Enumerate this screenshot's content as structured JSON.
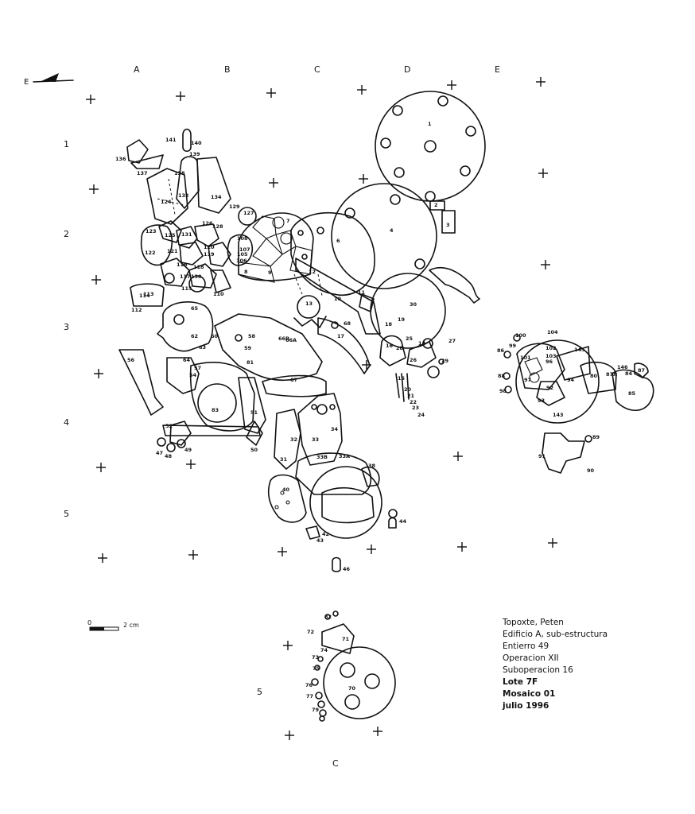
{
  "orientation": {
    "label": "E",
    "icon": "north-arrow-icon"
  },
  "columns": [
    "A",
    "B",
    "C",
    "D",
    "E"
  ],
  "rows": [
    "1",
    "2",
    "3",
    "4",
    "5"
  ],
  "inset": {
    "row_label": "5",
    "column_label": "C"
  },
  "scale_bar": {
    "start": "0",
    "end": "2 cm"
  },
  "info_block": {
    "site": "Topoxte, Peten",
    "building": "Edificio A, sub-estructura",
    "burial": "Entierro 49",
    "operation": "Operacion XII",
    "suboperation": "Suboperacion 16",
    "lot": "Lote 7F",
    "mosaic": "Mosaico 01",
    "date": "julio 1996"
  },
  "pieces": [
    "1",
    "2",
    "3",
    "4",
    "6",
    "7",
    "8",
    "9",
    "10",
    "11",
    "12",
    "13",
    "14",
    "15",
    "16",
    "17",
    "18",
    "19",
    "20",
    "21",
    "22",
    "23",
    "24",
    "25",
    "26",
    "27",
    "28",
    "29",
    "30",
    "31",
    "32",
    "33",
    "34",
    "38",
    "40",
    "42",
    "43",
    "44",
    "46",
    "47",
    "48",
    "49",
    "50",
    "51",
    "52",
    "54",
    "56",
    "57",
    "58",
    "59",
    "60",
    "62",
    "63",
    "64",
    "65",
    "68",
    "70",
    "71",
    "72",
    "73",
    "74",
    "75",
    "76",
    "77",
    "79",
    "80",
    "81",
    "82",
    "83",
    "84",
    "85",
    "86",
    "87",
    "88",
    "89",
    "90",
    "91",
    "92",
    "93",
    "94",
    "96",
    "97",
    "98",
    "99",
    "100",
    "101",
    "102",
    "103",
    "104",
    "105",
    "106",
    "107",
    "108",
    "110",
    "112",
    "113",
    "114",
    "115",
    "116",
    "117",
    "118",
    "119",
    "120",
    "121",
    "122",
    "123",
    "124",
    "125",
    "126",
    "127",
    "128",
    "129",
    "130",
    "131",
    "132",
    "134",
    "136",
    "137",
    "138",
    "139",
    "140",
    "141",
    "143",
    "145",
    "146",
    "33A",
    "33B",
    "66A",
    "66B",
    "67",
    "87A"
  ]
}
